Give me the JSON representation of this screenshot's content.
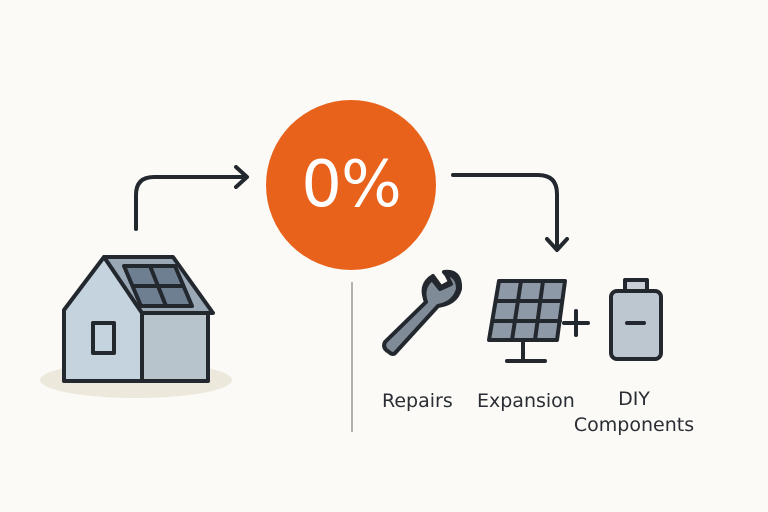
{
  "badge": {
    "text": "0%",
    "color": "#e8621c"
  },
  "source": {
    "icon": "house-with-solar-panel-icon"
  },
  "items": [
    {
      "label": "Repairs",
      "icon": "wrench-icon"
    },
    {
      "label": "Expansion",
      "icon": "solar-panel-plus-icon"
    },
    {
      "label_line1": "DIY",
      "label_line2": "Components",
      "icon": "battery-icon"
    }
  ],
  "colors": {
    "background": "#fbfaf6",
    "stroke": "#23272e",
    "fill": "#b9c6d1",
    "panel": "#7f8c9a"
  }
}
